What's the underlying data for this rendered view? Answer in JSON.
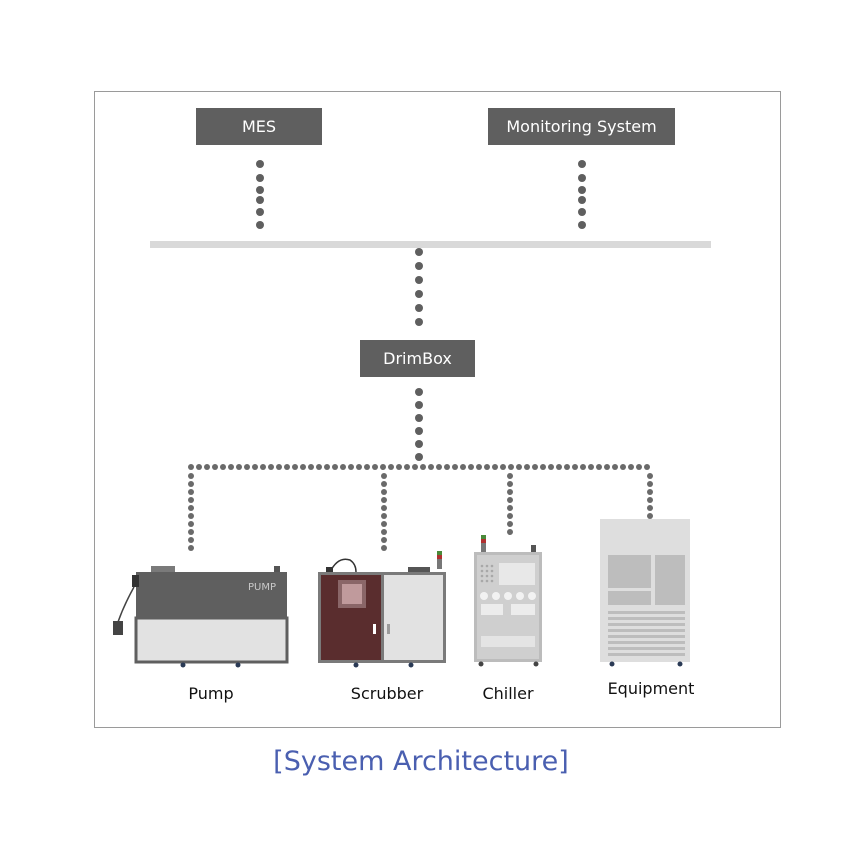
{
  "nodes": {
    "mes": "MES",
    "monitoring": "Monitoring System",
    "drimbox": "DrimBox"
  },
  "devices": {
    "pump": "Pump",
    "pump_plate": "PUMP",
    "scrubber": "Scrubber",
    "chiller": "Chiller",
    "equipment": "Equipment"
  },
  "caption": "[System Architecture]",
  "colors": {
    "node_fill": "#5f5f5f",
    "connector": "#6a6a6a",
    "bus": "#d9d9d9",
    "caption": "#4a5fb0",
    "scrubber_cabinet": "#5a2d2e"
  }
}
